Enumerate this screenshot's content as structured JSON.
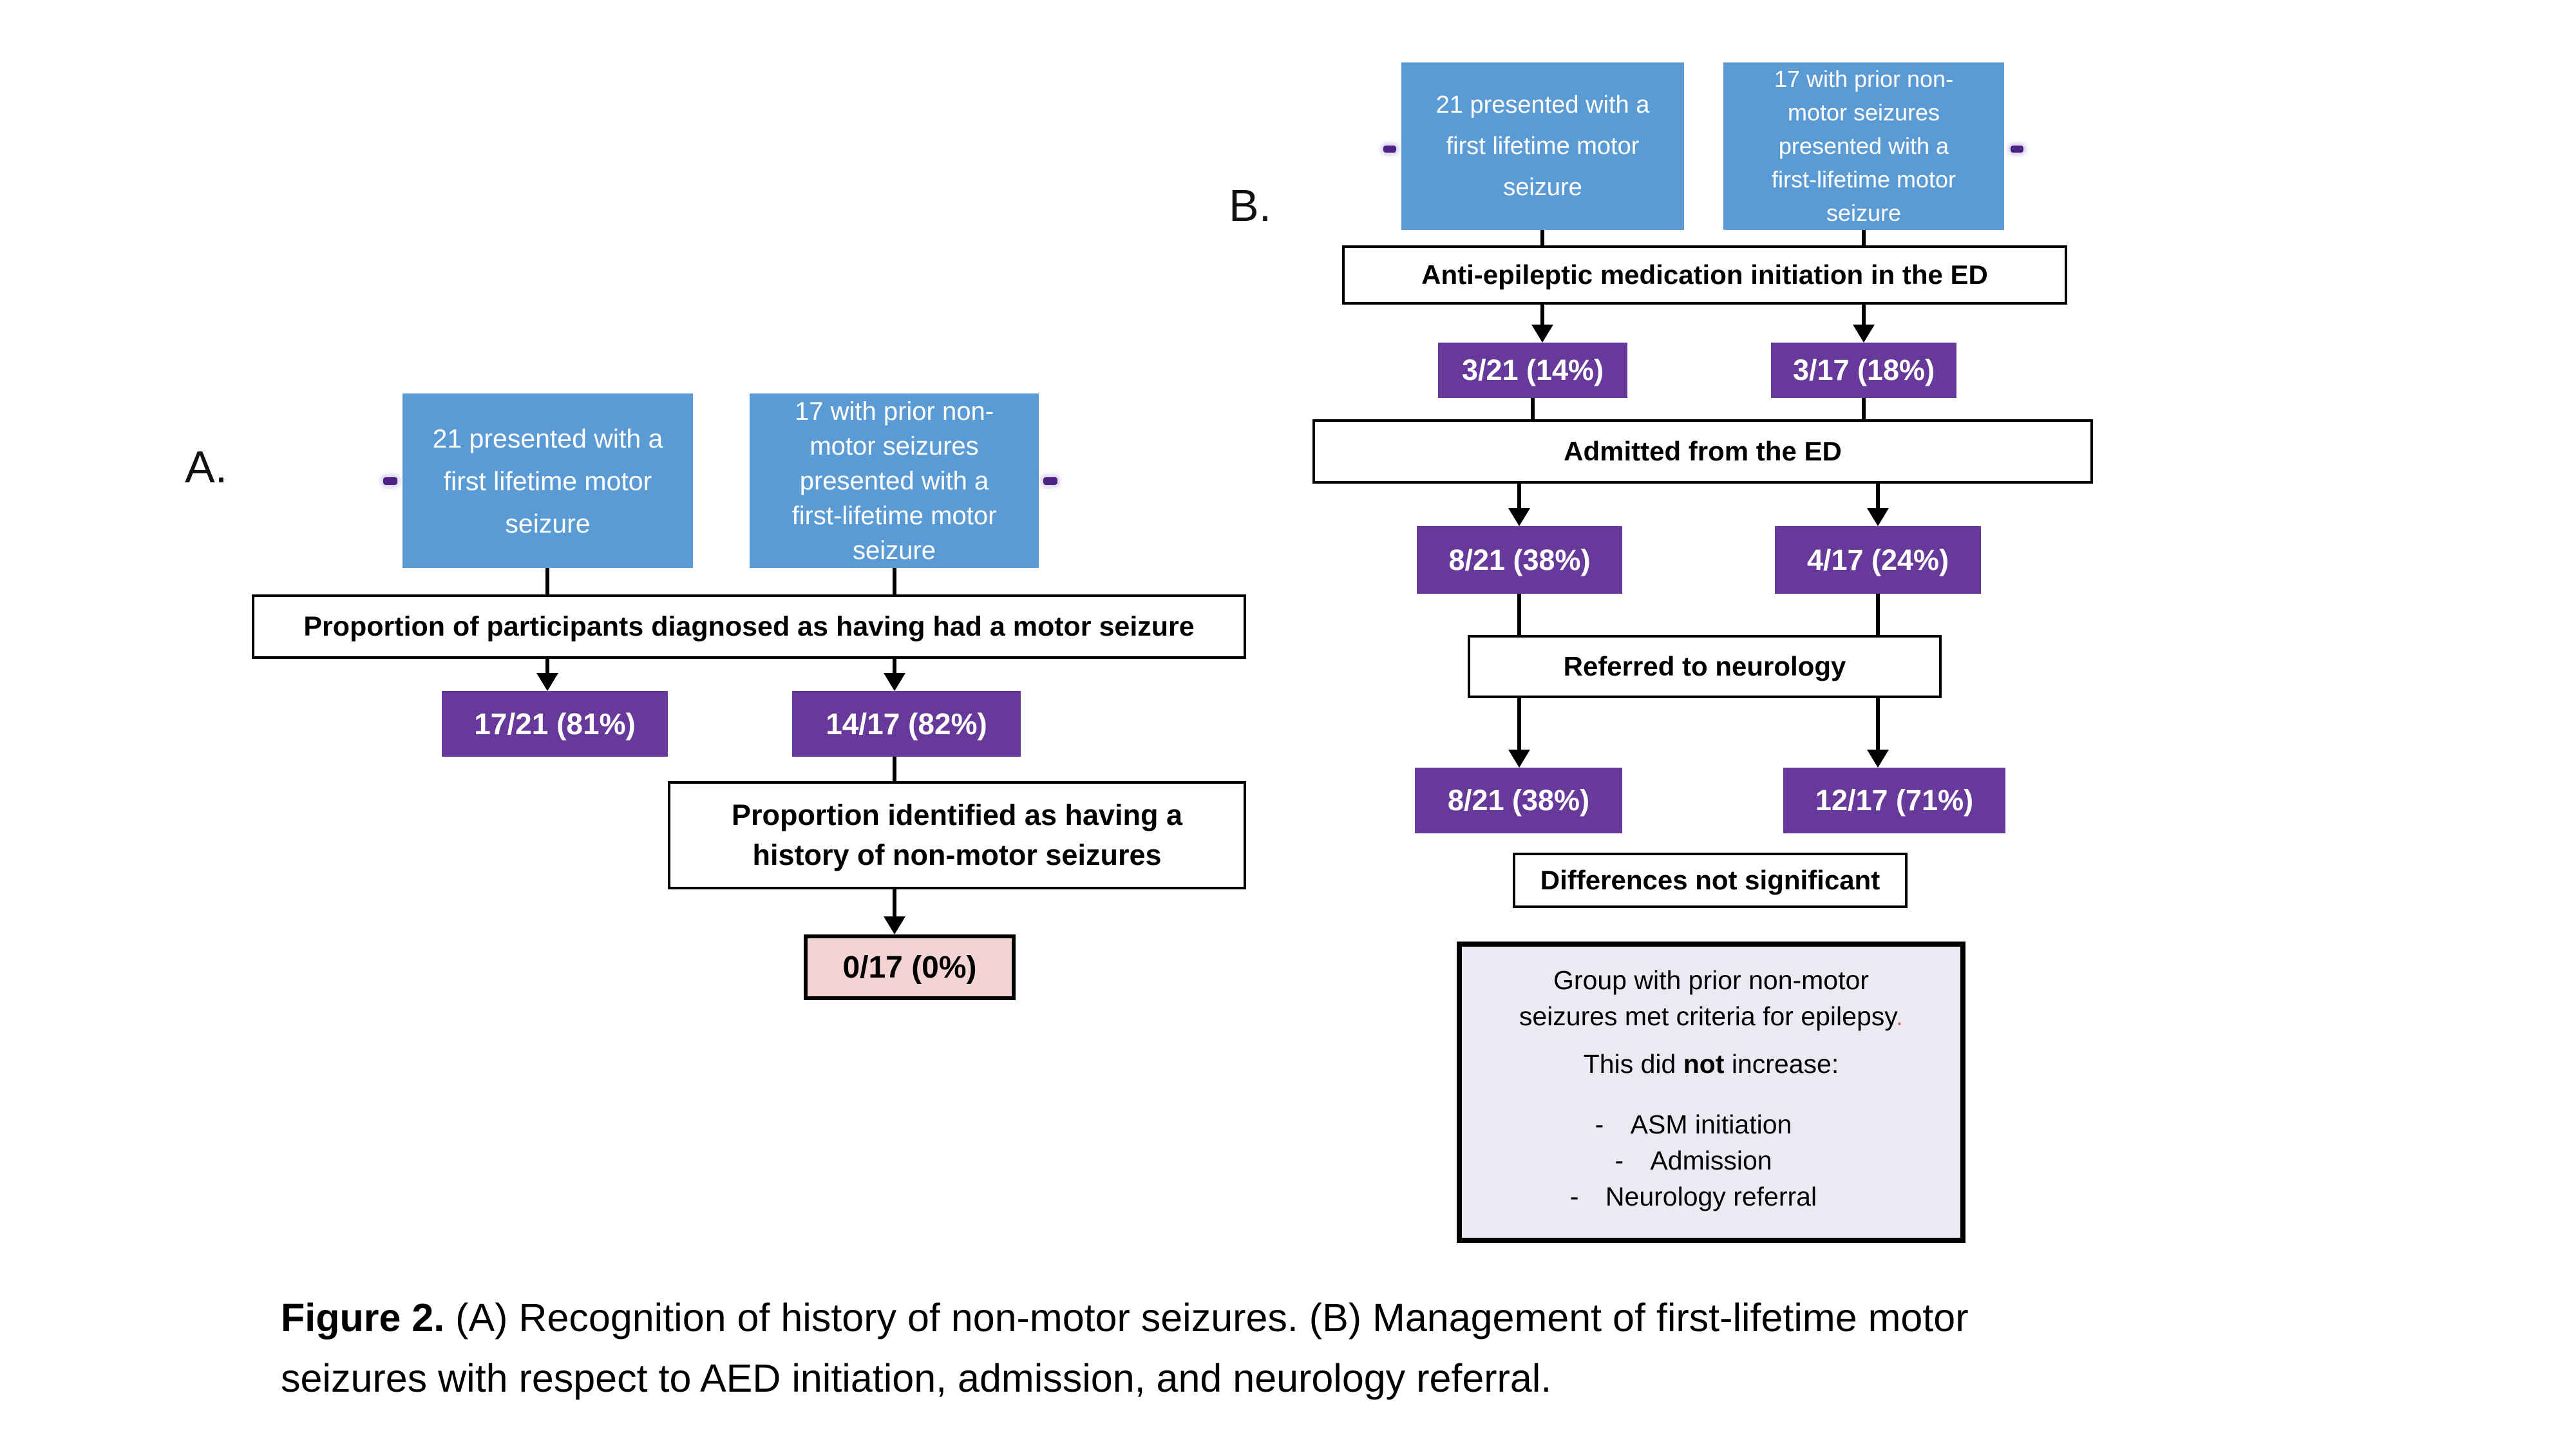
{
  "colors": {
    "blue": "#5B9BD5",
    "purple": "#66399B",
    "pink": "#F3D4D3",
    "lav": "#EDE9F2",
    "dashp": "#4B2383",
    "redp": "#DF6A5C"
  },
  "panel_a": {
    "label": "A.",
    "source_left": "21 presented with a\nfirst lifetime motor\nseizure",
    "source_right": "17 with prior non-\nmotor seizures\npresented with a\nfirst-lifetime motor\nseizure",
    "question1": "Proportion of participants diagnosed as having had a motor seizure",
    "result1_left": "17/21 (81%)",
    "result1_right": "14/17 (82%)",
    "question2": "Proportion identified as having a\nhistory of non-motor seizures",
    "result2": "0/17 (0%)"
  },
  "panel_b": {
    "label": "B.",
    "source_left": "21 presented with a\nfirst lifetime motor\nseizure",
    "source_right": "17 with prior non-\nmotor seizures\npresented with a\nfirst-lifetime motor\nseizure",
    "question1": "Anti-epileptic medication initiation in the ED",
    "result1_left": "3/21 (14%)",
    "result1_right": "3/17 (18%)",
    "question2": "Admitted from the ED",
    "result2_left": "8/21 (38%)",
    "result2_right": "4/17 (24%)",
    "question3": "Referred to neurology",
    "result3_left": "8/21 (38%)",
    "result3_right": "12/17 (71%)",
    "note": "Differences not significant",
    "summary": {
      "statement": "Group with prior non-motor\nseizures  met criteria for epilepsy",
      "statement_period": ".",
      "emphasis_pre": "This did ",
      "emphasis_bold": "not",
      "emphasis_post": " increase:",
      "bullet": "-",
      "items": [
        "ASM initiation",
        "Admission",
        "Neurology referral"
      ]
    }
  },
  "caption": {
    "label": "Figure 2.",
    "line1_rest": " (A) Recognition of history of non-motor seizures. (B) Management of first-lifetime motor",
    "line2": "seizures with respect to AED initiation, admission, and neurology referral."
  }
}
